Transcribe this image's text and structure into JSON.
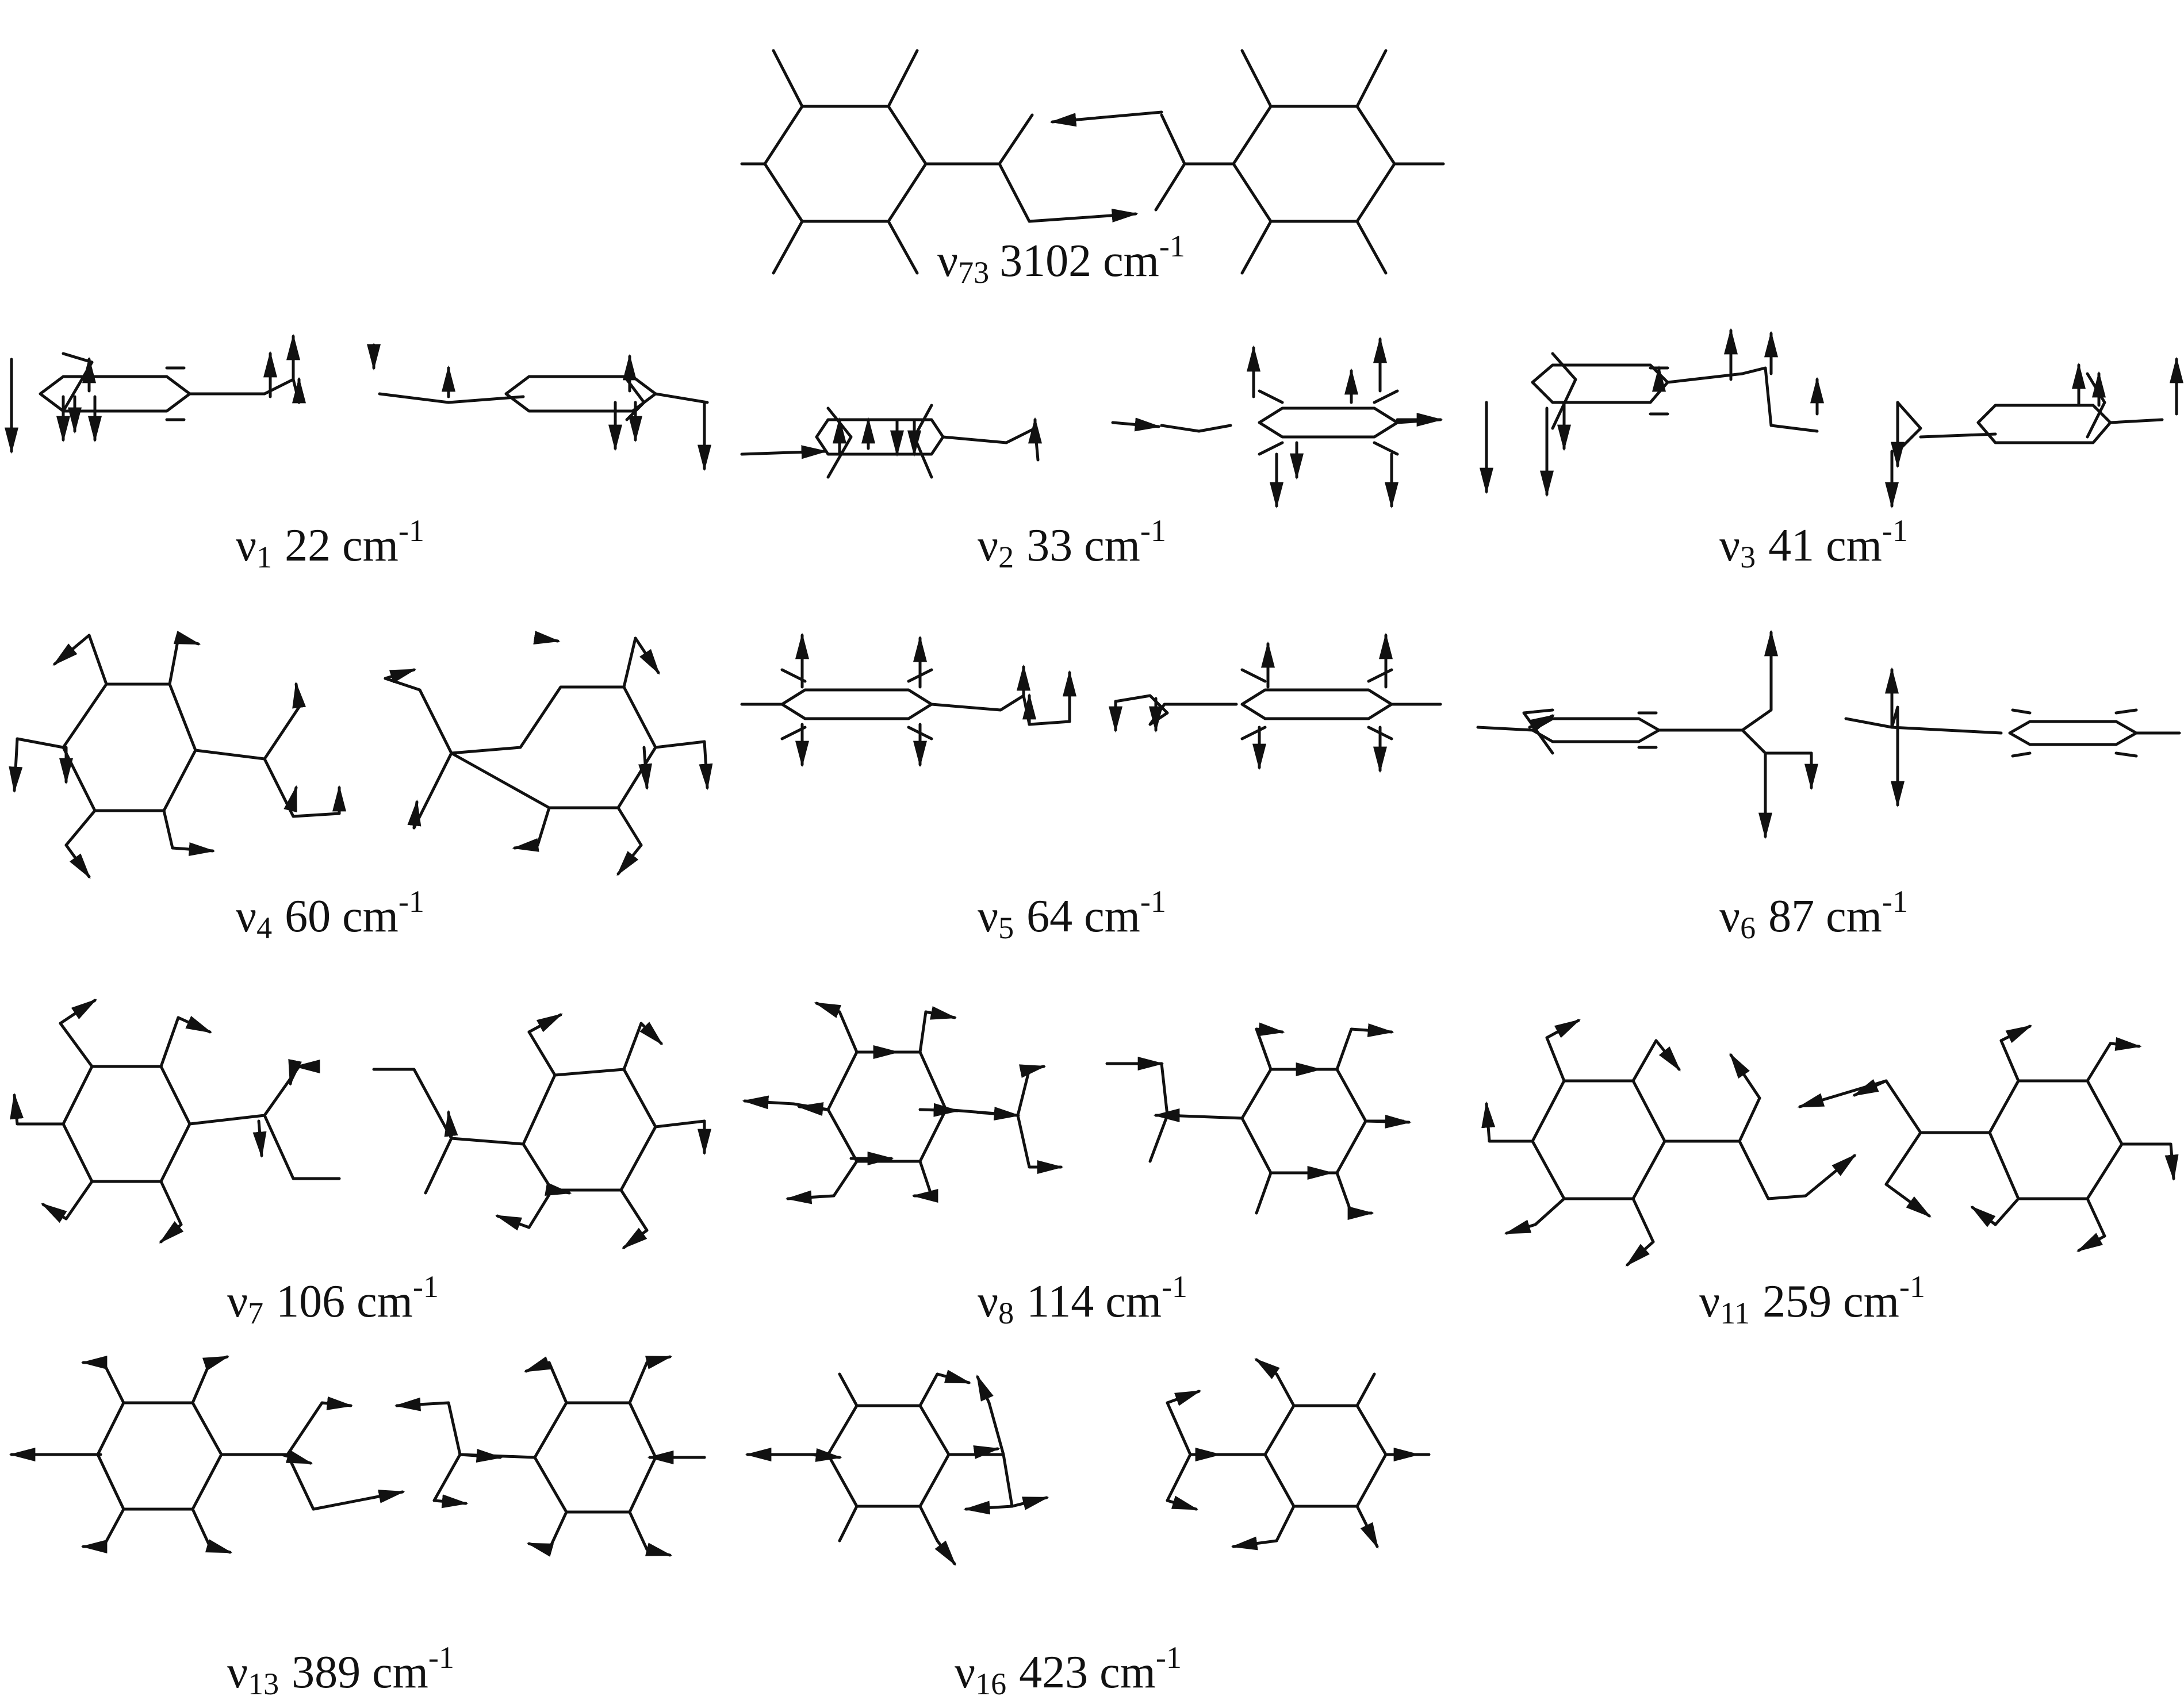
{
  "colors": {
    "ink": "#111111",
    "background": "#ffffff"
  },
  "modes": [
    {
      "id": "nu73",
      "symbol": "ν",
      "index": "73",
      "value": "3102",
      "unit": "cm",
      "exponent": "-1"
    },
    {
      "id": "nu1",
      "symbol": "ν",
      "index": "1",
      "value": "22",
      "unit": "cm",
      "exponent": "-1"
    },
    {
      "id": "nu2",
      "symbol": "ν",
      "index": "2",
      "value": "33",
      "unit": "cm",
      "exponent": "-1"
    },
    {
      "id": "nu3",
      "symbol": "ν",
      "index": "3",
      "value": "41",
      "unit": "cm",
      "exponent": "-1"
    },
    {
      "id": "nu4",
      "symbol": "ν",
      "index": "4",
      "value": "60",
      "unit": "cm",
      "exponent": "-1"
    },
    {
      "id": "nu5",
      "symbol": "ν",
      "index": "5",
      "value": "64",
      "unit": "cm",
      "exponent": "-1"
    },
    {
      "id": "nu6",
      "symbol": "ν",
      "index": "6",
      "value": "87",
      "unit": "cm",
      "exponent": "-1"
    },
    {
      "id": "nu7",
      "symbol": "ν",
      "index": "7",
      "value": "106",
      "unit": "cm",
      "exponent": "-1"
    },
    {
      "id": "nu8",
      "symbol": "ν",
      "index": "8",
      "value": "114",
      "unit": "cm",
      "exponent": "-1"
    },
    {
      "id": "nu11",
      "symbol": "ν",
      "index": "11",
      "value": "259",
      "unit": "cm",
      "exponent": "-1"
    },
    {
      "id": "nu13",
      "symbol": "ν",
      "index": "13",
      "value": "389",
      "unit": "cm",
      "exponent": "-1"
    },
    {
      "id": "nu16",
      "symbol": "ν",
      "index": "16",
      "value": "423",
      "unit": "cm",
      "exponent": "-1"
    }
  ]
}
